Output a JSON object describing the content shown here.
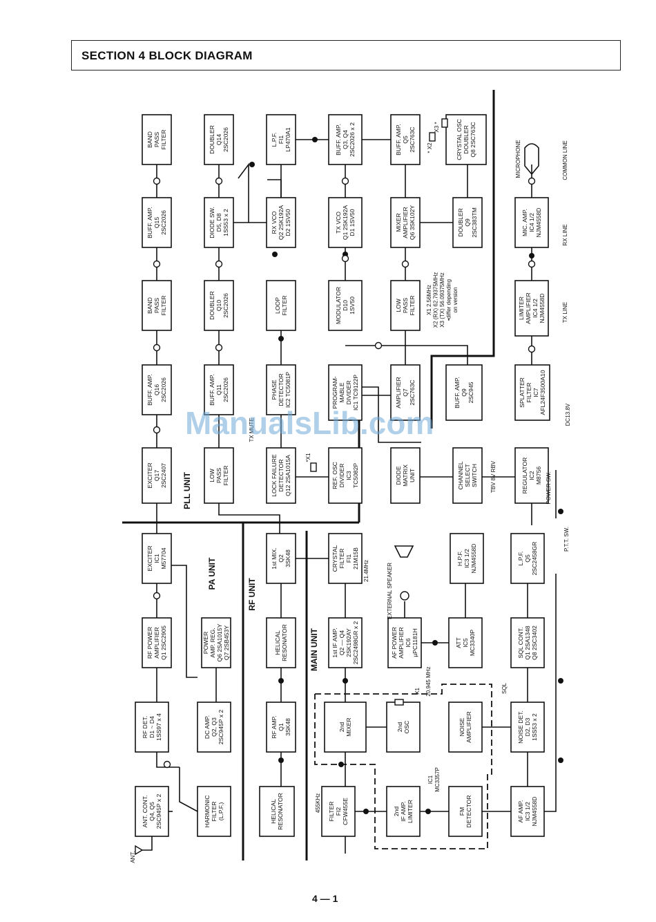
{
  "section_title": "SECTION 4 BLOCK DIAGRAM",
  "page_number": "4 — 1",
  "watermark": "ManualsLib.com",
  "units": {
    "pll": "PLL UNIT",
    "pa": "PA UNIT",
    "rf": "RF UNIT",
    "main": "MAIN UNIT"
  },
  "blocks": [
    {
      "id": "band-pass-filter-top",
      "lines": [
        "BAND",
        "PASS",
        "FILTER"
      ]
    },
    {
      "id": "doubler-q14",
      "lines": [
        "DOUBLER",
        "Q14",
        "2SC2026"
      ]
    },
    {
      "id": "lpf-fi1",
      "lines": [
        "L.P.F.",
        "FI1",
        "LP470A1"
      ]
    },
    {
      "id": "buff-amp-q3-q4",
      "lines": [
        "BUFF. AMP.",
        "Q3, Q4",
        "2SC2026 x 2"
      ]
    },
    {
      "id": "buff-amp-q5",
      "lines": [
        "BUFF. AMP.",
        "Q5",
        "2SC763C"
      ]
    },
    {
      "id": "crystal-osc-q8",
      "lines": [
        "CRYSTAL OSC",
        "DOUBLER",
        "Q8 2SC763C"
      ]
    },
    {
      "id": "buff-amp-q15",
      "lines": [
        "BUFF. AMP.",
        "Q15",
        "2SC2026"
      ]
    },
    {
      "id": "diode-sw",
      "lines": [
        "DIODE SW.",
        "D5, D8",
        "1SS53 x 2"
      ]
    },
    {
      "id": "rx-vco",
      "lines": [
        "RX VCO",
        "Q2 2SK192A",
        "D2 1SV50"
      ]
    },
    {
      "id": "tx-vco",
      "lines": [
        "TX VCO",
        "Q1 2SK192A",
        "D1 1SV50"
      ]
    },
    {
      "id": "mixer-amplifier",
      "lines": [
        "MIXER",
        "AMPLIFIER",
        "Q6 3SK102Y"
      ]
    },
    {
      "id": "doubler-q9",
      "lines": [
        "DOUBLER",
        "Q9",
        "2SC383TM"
      ]
    },
    {
      "id": "mic-amp",
      "lines": [
        "MIC. AMP.",
        "IC4 1/2",
        "NJM4558D"
      ]
    },
    {
      "id": "band-pass-filter-mid",
      "lines": [
        "BAND",
        "PASS",
        "FILTER"
      ]
    },
    {
      "id": "doubler-q10",
      "lines": [
        "DOUBLER",
        "Q10",
        "2SC2026"
      ]
    },
    {
      "id": "loop-filter",
      "lines": [
        "LOOP",
        "FILTER"
      ]
    },
    {
      "id": "modulator",
      "lines": [
        "MODULATOR",
        "D10",
        "1SV50"
      ]
    },
    {
      "id": "low-pass-filter-mid",
      "lines": [
        "LOW",
        "PASS",
        "FILTER"
      ]
    },
    {
      "id": "limiter-amp",
      "lines": [
        "LIMITER",
        "AMPLIFIER",
        "IC4 1/2",
        "NJM4558D"
      ]
    },
    {
      "id": "buff-amp-q16",
      "lines": [
        "BUFF. AMP.",
        "Q16",
        "2SC2026"
      ]
    },
    {
      "id": "buff-amp-q11",
      "lines": [
        "BUFF. AMP.",
        "Q11",
        "2SC2026"
      ]
    },
    {
      "id": "phase-detector",
      "lines": [
        "PHASE",
        "DETECTOR",
        "IC2 TC5081P"
      ]
    },
    {
      "id": "programmable-divider",
      "lines": [
        "PROGRAM-",
        "MABLE",
        "DIVIDER",
        "IC1 TC9122P"
      ]
    },
    {
      "id": "amplifier-q7",
      "lines": [
        "AMPLIFIER",
        "Q7",
        "2SC763C"
      ]
    },
    {
      "id": "buff-amp-q9",
      "lines": [
        "BUFF. AMP.",
        "Q9",
        "2SC945"
      ]
    },
    {
      "id": "splatter-filter",
      "lines": [
        "SPLATTER",
        "FILTER",
        "IC7",
        "AFL24F3500A10"
      ]
    },
    {
      "id": "exciter-q17",
      "lines": [
        "EXCITER",
        "Q17",
        "2SC2407"
      ]
    },
    {
      "id": "low-pass-filter-pll",
      "lines": [
        "LOW",
        "PASS",
        "FILTER"
      ]
    },
    {
      "id": "lock-failure-detector",
      "lines": [
        "LOCK FAILURE",
        "DETECTOR",
        "Q12 2SA1015A"
      ]
    },
    {
      "id": "ref-osc-divider",
      "lines": [
        "REF. OSC",
        "DIVIDER",
        "IC3",
        "TC5082P"
      ]
    },
    {
      "id": "diode-matrix",
      "lines": [
        "DIODE",
        "MATRIX",
        "UNIT"
      ]
    },
    {
      "id": "channel-select",
      "lines": [
        "CHANNEL",
        "SELECT",
        "SWITCH"
      ]
    },
    {
      "id": "regulator",
      "lines": [
        "REGULATOR",
        "IC2",
        "M8756"
      ]
    },
    {
      "id": "exciter-ic1",
      "lines": [
        "EXCITER",
        "IC1",
        "M57704"
      ]
    },
    {
      "id": "rf-power-amp",
      "lines": [
        "RF POWER",
        "AMPLIFIER",
        "Q1 2SC2905"
      ]
    },
    {
      "id": "power-amp-reg",
      "lines": [
        "POWER",
        "AMP. REG.",
        "Q6 2SA1015Y",
        "Q7 2SB453Y"
      ]
    },
    {
      "id": "rf-det",
      "lines": [
        "RF DET.",
        "D1 ~ D4",
        "1SS97 x 4"
      ]
    },
    {
      "id": "dc-amp",
      "lines": [
        "DC AMP.",
        "Q2, Q3",
        "2SC945P x 2"
      ]
    },
    {
      "id": "ant-cont",
      "lines": [
        "ANT. CONT.",
        "Q4, Q5",
        "2SC945P x 2"
      ]
    },
    {
      "id": "harmonic-filter",
      "lines": [
        "HARMONIC",
        "FILTER",
        "(L.P.F.)"
      ]
    },
    {
      "id": "first-mix",
      "lines": [
        "1st MIX.",
        "Q2",
        "3SK48"
      ]
    },
    {
      "id": "helical-resonator-1",
      "lines": [
        "HELICAL",
        "RESONATOR"
      ]
    },
    {
      "id": "rf-amp-q1",
      "lines": [
        "RF AMP.",
        "Q1",
        "3SK48"
      ]
    },
    {
      "id": "helical-resonator-2",
      "lines": [
        "HELICAL",
        "RESONATOR"
      ]
    },
    {
      "id": "crystal-filter",
      "lines": [
        "CRYSTAL",
        "FILTER",
        "FI1",
        "21M15B"
      ]
    },
    {
      "id": "first-if-amp",
      "lines": [
        "1st IF AMP.",
        "Q2 — Q4",
        "2SK192AY",
        "2SC2498GR x 2"
      ]
    },
    {
      "id": "second-mixer",
      "lines": [
        "2nd",
        "MIXER"
      ]
    },
    {
      "id": "filter-fi2",
      "lines": [
        "FILTER",
        "FI2",
        "CFW455E"
      ]
    },
    {
      "id": "second-osc",
      "lines": [
        "2nd",
        "OSC"
      ]
    },
    {
      "id": "second-if-amp",
      "lines": [
        "2nd",
        "IF AMP.",
        "LIMITER"
      ]
    },
    {
      "id": "fm-detector",
      "lines": [
        "FM",
        "DETECTOR"
      ]
    },
    {
      "id": "af-power-amp",
      "lines": [
        "AF POWER",
        "AMPLIFIER",
        "IC6",
        "µPC1181H"
      ]
    },
    {
      "id": "att",
      "lines": [
        "ATT",
        "IC5",
        "MC3340P"
      ]
    },
    {
      "id": "noise-amplifier",
      "lines": [
        "NOISE",
        "AMPLIFIER"
      ]
    },
    {
      "id": "hpf",
      "lines": [
        "H.P.F.",
        "IC3 1/2",
        "NJM4558D"
      ]
    },
    {
      "id": "sql-cont",
      "lines": [
        "SQL CONT.",
        "Q1 2SA1348",
        "Q8 2SC3402"
      ]
    },
    {
      "id": "noise-det",
      "lines": [
        "NOISE DET.",
        "D2, D3",
        "1SS53 x 2"
      ]
    },
    {
      "id": "af-amp",
      "lines": [
        "AF AMP.",
        "IC3 1/2",
        "NJM4558D"
      ]
    },
    {
      "id": "lpf-q5",
      "lines": [
        "L.P.F.",
        "Q5",
        "2SC2458GR"
      ]
    }
  ],
  "labels": {
    "microphone": "MICROPHONE",
    "common_line": "COMMON LINE",
    "rx_line": "RX LINE",
    "tx_line": "TX LINE",
    "crystal_notes": [
      "X1 2.56MHz",
      "X2 (RX) 62.79375MHz",
      "X3 (TX) 56.09375MHz",
      "•differ depending",
      "on version"
    ],
    "x2": "* X2",
    "x3": "X3 *",
    "x1_ref": "*X1",
    "tx_mute": "TX MUTE",
    "dc13v": "DC13.8V",
    "power_sw": "POWER SW.",
    "tbv_8v_rbv": "TBV 8V RBV",
    "ptt_sw": "P.T.T. SW.",
    "external_speaker": "EXTERNAL SPEAKER",
    "sql": "SQL",
    "freq_214": "21.4MHz",
    "x1_osc": "X1",
    "freq_20945": "20.945 MHz",
    "ic1_mc": [
      "IC1",
      "MC3357P"
    ],
    "freq_455": "455KHz",
    "ant": "ANT."
  }
}
